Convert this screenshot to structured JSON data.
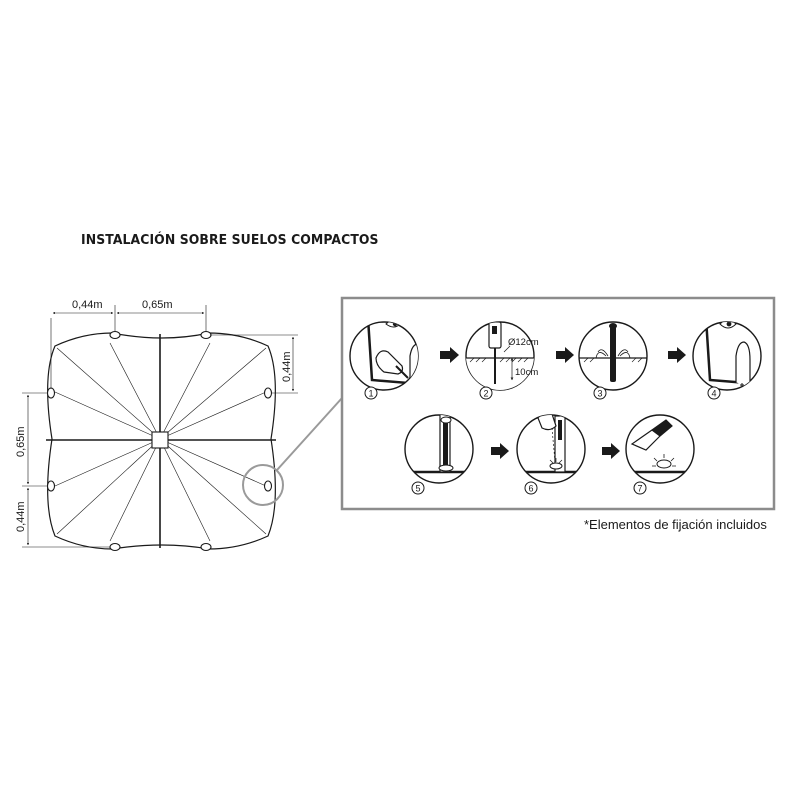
{
  "title": "INSTALACIÓN SOBRE SUELOS COMPACTOS",
  "footnote": "*Elementos de fijación incluidos",
  "dimensions": {
    "top_left": "0,44m",
    "top_mid": "0,65m",
    "right_upper": "0,44m",
    "left_mid": "0,65m",
    "left_lower": "0,44m"
  },
  "steps": [
    {
      "number": "1"
    },
    {
      "number": "2",
      "hole_diameter": "Ø12cm",
      "hole_depth": "10cm"
    },
    {
      "number": "3"
    },
    {
      "number": "4"
    },
    {
      "number": "5"
    },
    {
      "number": "6"
    },
    {
      "number": "7"
    }
  ],
  "icons": {
    "arrow": "right-arrow-icon",
    "zoom": "magnifier-circle-icon"
  },
  "colors": {
    "line": "#1a1a1a",
    "panel_border": "#8c8c8c",
    "zoom_circle": "#9a9a9a"
  }
}
